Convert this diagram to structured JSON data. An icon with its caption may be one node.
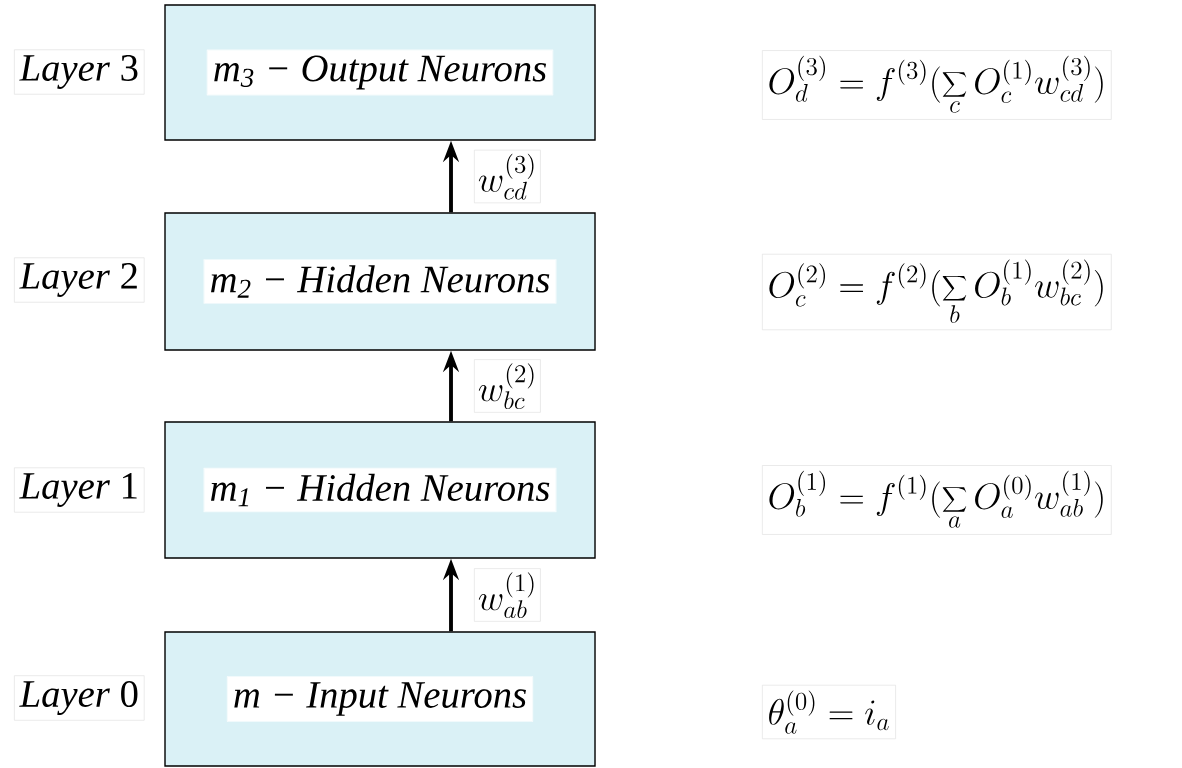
{
  "diagram": {
    "nodes": [
      {
        "text": [
          "m$_{3}$ − Output Neurons"
        ]
      },
      {
        "text": [
          "m$_{2}$ − Hidden Neurons"
        ]
      },
      {
        "text": [
          "m$_{1}$ − Hidden Neurons"
        ]
      },
      {
        "text": [
          "m − Input Neurons"
        ]
      }
    ],
    "edges": [
      {
        "from": 1,
        "to": 0,
        "arrow": "to",
        "label": "w_{cd}^{(3)}"
      },
      {
        "from": 2,
        "to": 1,
        "arrow": "to",
        "label": "w_{bc}^{(2)}"
      },
      {
        "from": 3,
        "to": 2,
        "arrow": "to",
        "label": "w_{ab}^{(1)}"
      }
    ],
    "labels": [
      "*Layer* 3",
      "O_d^{(3)} = f^{(3)}(\\sum_c O_c^{(1)} w_{cd}^{(3)})",
      "*Layer* 2",
      "O_c^{(2)} = f^{(2)}(\\sum_b O_b^{(1)} w_{bc}^{(2)})",
      "*Layer* 1",
      "O_b^{(1)} = f^{(1)}(\\sum_a O_a^{(0)} w_{ab}^{(1)})",
      "*Layer* 0",
      "\\theta_a^{(0)} = i_a"
    ]
  }
}
